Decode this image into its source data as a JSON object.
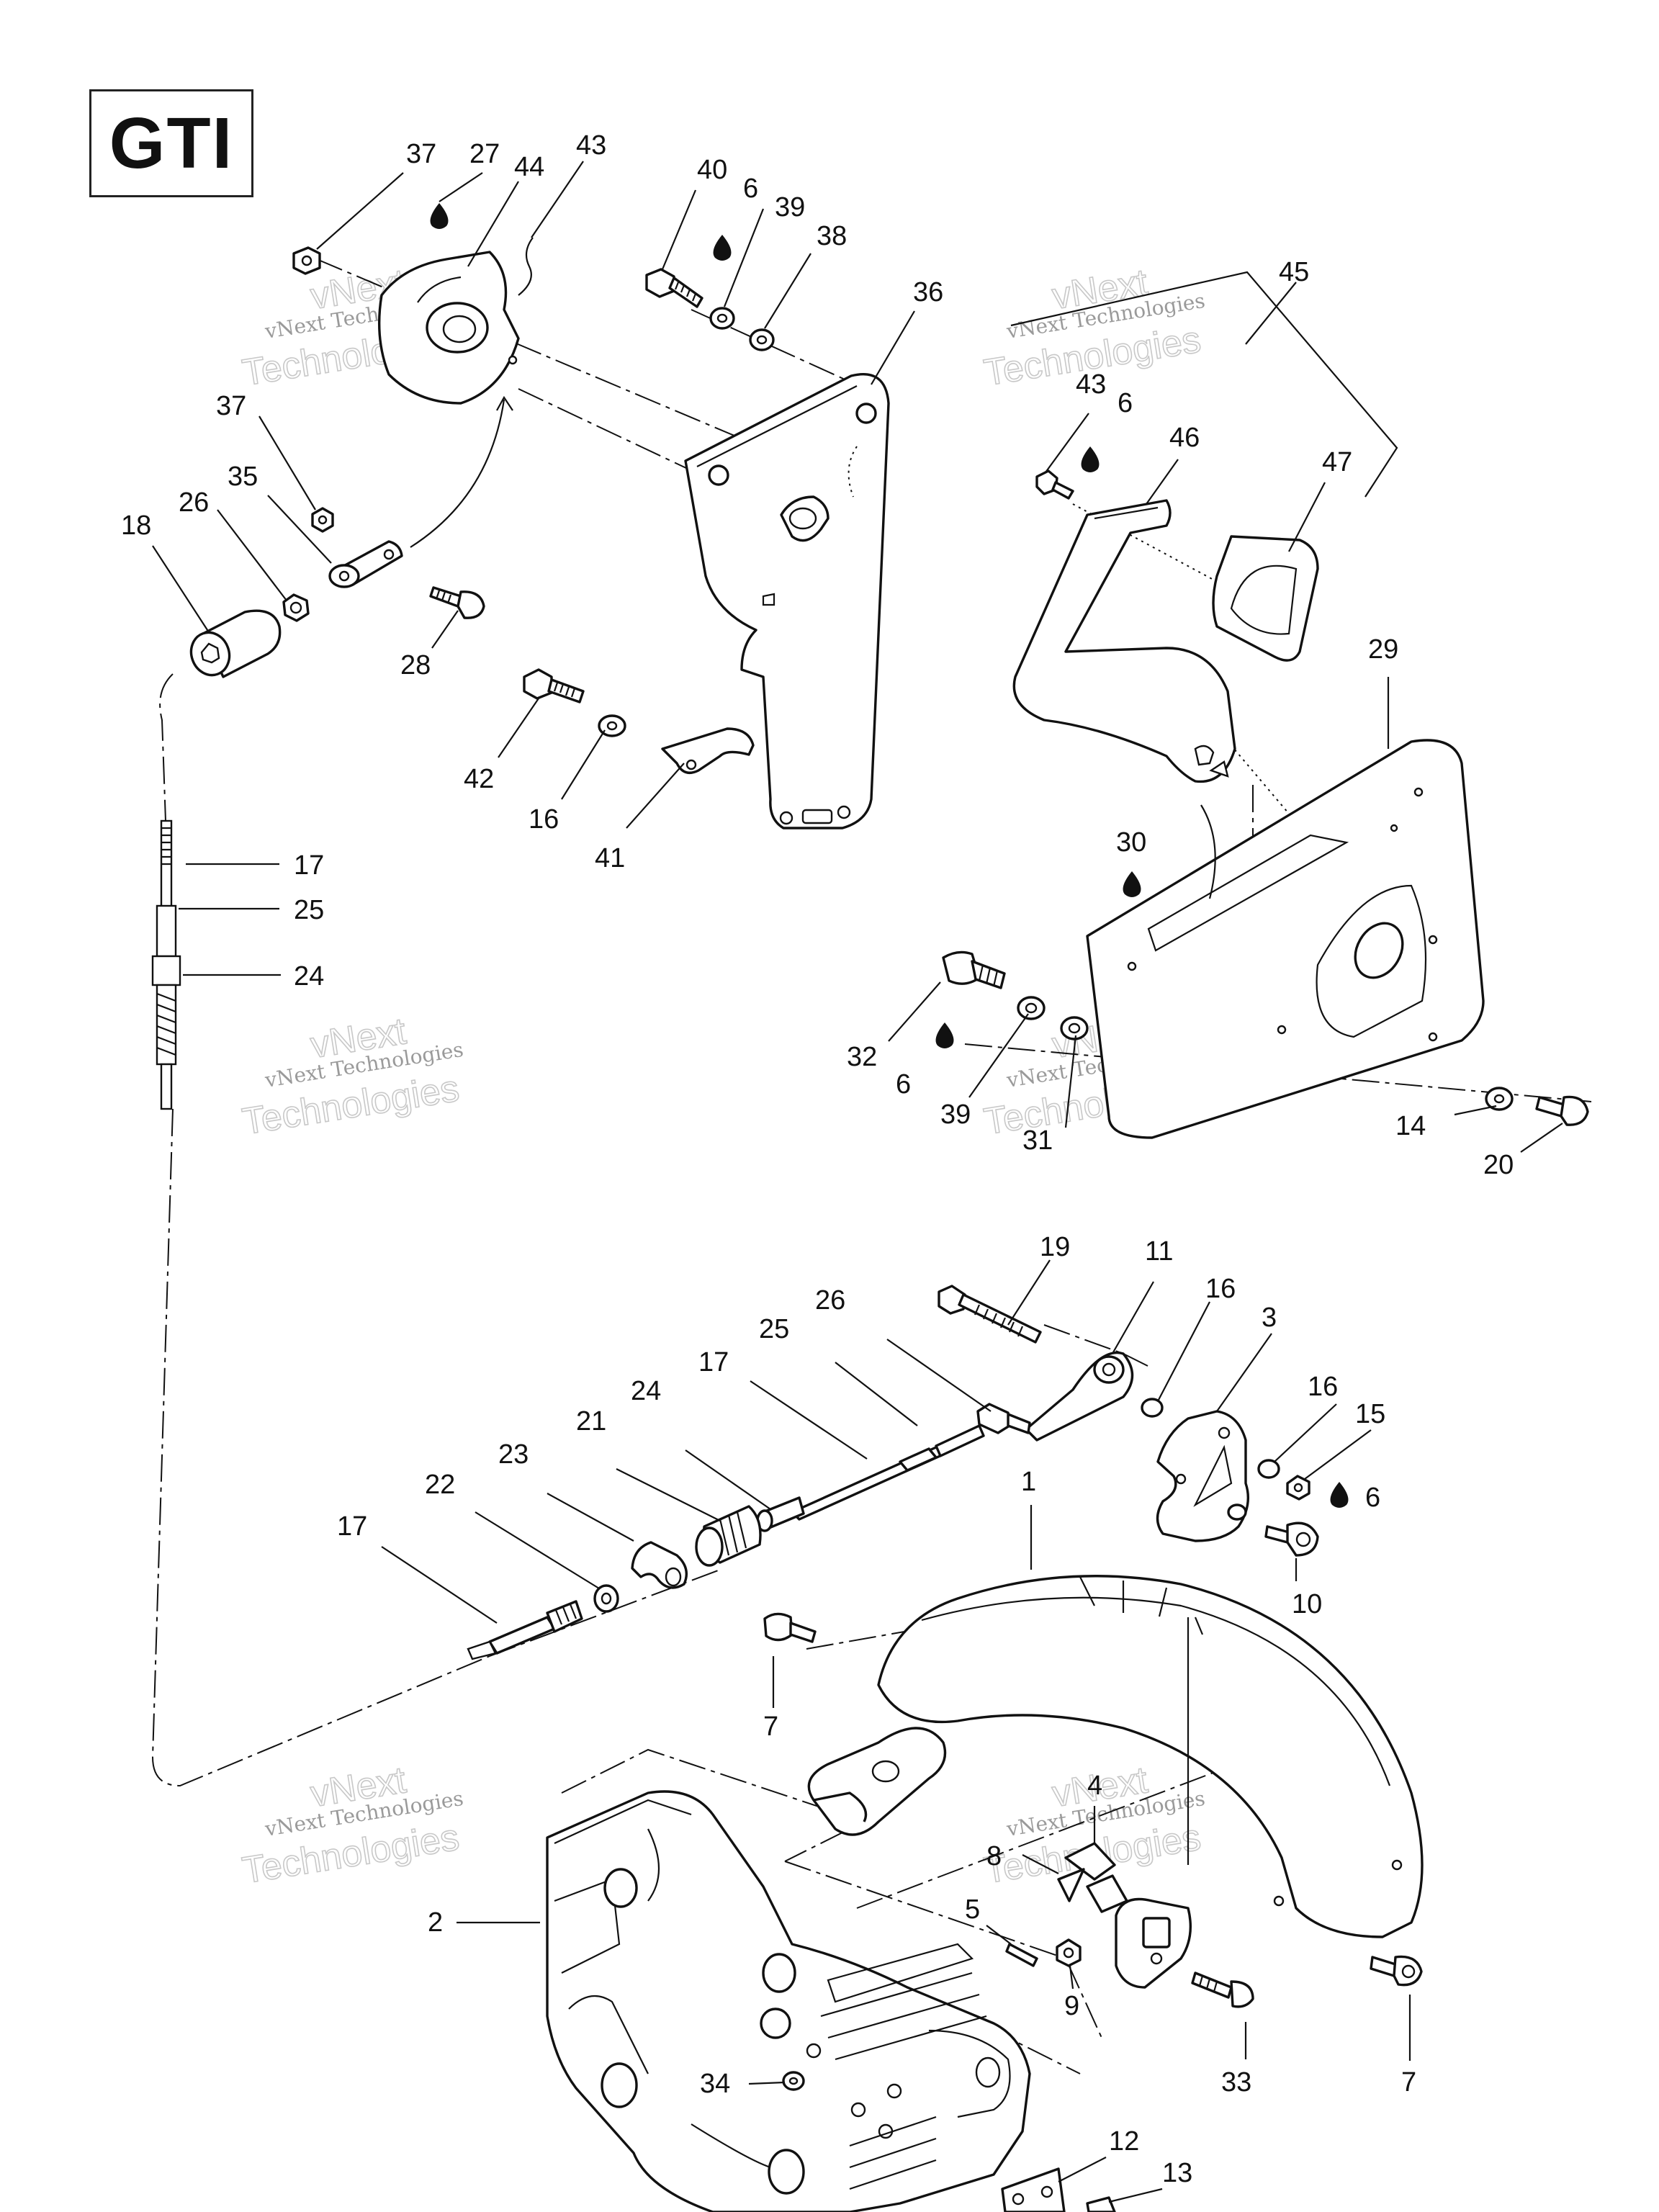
{
  "badge": {
    "text": "GTI"
  },
  "watermark": {
    "line1": "vNext Technologies",
    "line2a": "vNext",
    "line2b": "Technologies"
  },
  "callouts": [
    {
      "id": "c37a",
      "text": "37"
    },
    {
      "id": "c27",
      "text": "27"
    },
    {
      "id": "c44",
      "text": "44"
    },
    {
      "id": "c43a",
      "text": "43"
    },
    {
      "id": "c40",
      "text": "40"
    },
    {
      "id": "c6a",
      "text": "6"
    },
    {
      "id": "c39a",
      "text": "39"
    },
    {
      "id": "c38",
      "text": "38"
    },
    {
      "id": "c36",
      "text": "36"
    },
    {
      "id": "c45",
      "text": "45"
    },
    {
      "id": "c43b",
      "text": "43"
    },
    {
      "id": "c6b",
      "text": "6"
    },
    {
      "id": "c46",
      "text": "46"
    },
    {
      "id": "c47",
      "text": "47"
    },
    {
      "id": "c37b",
      "text": "37"
    },
    {
      "id": "c35",
      "text": "35"
    },
    {
      "id": "c26a",
      "text": "26"
    },
    {
      "id": "c18",
      "text": "18"
    },
    {
      "id": "c28",
      "text": "28"
    },
    {
      "id": "c42",
      "text": "42"
    },
    {
      "id": "c16a",
      "text": "16"
    },
    {
      "id": "c41",
      "text": "41"
    },
    {
      "id": "c29",
      "text": "29"
    },
    {
      "id": "c17a",
      "text": "17"
    },
    {
      "id": "c25a",
      "text": "25"
    },
    {
      "id": "c24a",
      "text": "24"
    },
    {
      "id": "c30",
      "text": "30"
    },
    {
      "id": "c32",
      "text": "32"
    },
    {
      "id": "c6c",
      "text": "6"
    },
    {
      "id": "c39b",
      "text": "39"
    },
    {
      "id": "c31",
      "text": "31"
    },
    {
      "id": "c14",
      "text": "14"
    },
    {
      "id": "c20",
      "text": "20"
    },
    {
      "id": "c19",
      "text": "19"
    },
    {
      "id": "c11",
      "text": "11"
    },
    {
      "id": "c16b",
      "text": "16"
    },
    {
      "id": "c3",
      "text": "3"
    },
    {
      "id": "c26b",
      "text": "26"
    },
    {
      "id": "c25b",
      "text": "25"
    },
    {
      "id": "c17b",
      "text": "17"
    },
    {
      "id": "c16c",
      "text": "16"
    },
    {
      "id": "c15",
      "text": "15"
    },
    {
      "id": "c24b",
      "text": "24"
    },
    {
      "id": "c21",
      "text": "21"
    },
    {
      "id": "c23",
      "text": "23"
    },
    {
      "id": "c22",
      "text": "22"
    },
    {
      "id": "c1",
      "text": "1"
    },
    {
      "id": "c6d",
      "text": "6"
    },
    {
      "id": "c17c",
      "text": "17"
    },
    {
      "id": "c10",
      "text": "10"
    },
    {
      "id": "c7a",
      "text": "7"
    },
    {
      "id": "c4",
      "text": "4"
    },
    {
      "id": "c8",
      "text": "8"
    },
    {
      "id": "c5",
      "text": "5"
    },
    {
      "id": "c9",
      "text": "9"
    },
    {
      "id": "c2",
      "text": "2"
    },
    {
      "id": "c33",
      "text": "33"
    },
    {
      "id": "c7b",
      "text": "7"
    },
    {
      "id": "c34",
      "text": "34"
    },
    {
      "id": "c12",
      "text": "12"
    },
    {
      "id": "c13",
      "text": "13"
    }
  ]
}
